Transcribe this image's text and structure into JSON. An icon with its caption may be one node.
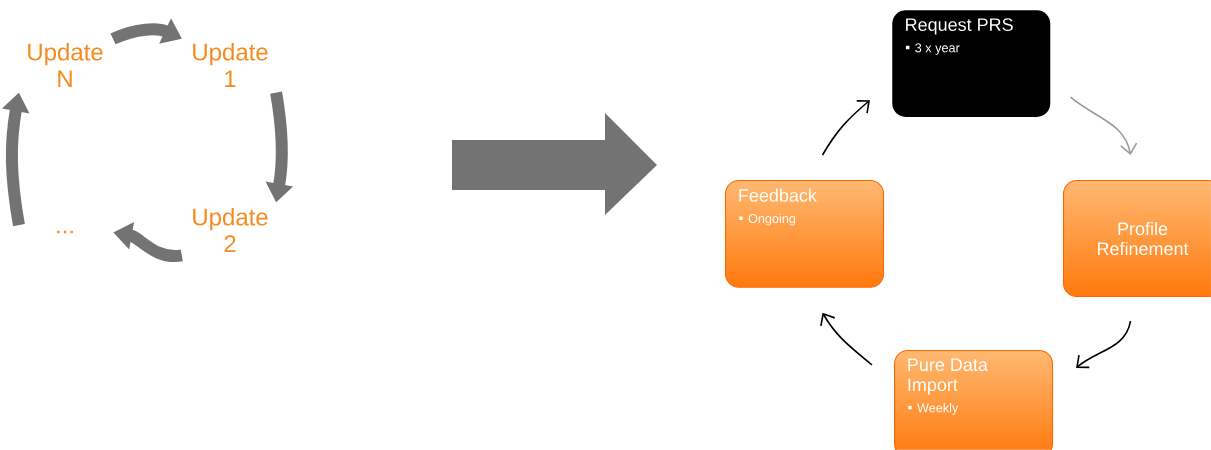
{
  "diagram": {
    "nodes": [
      {
        "text": [
          "Update N"
        ]
      },
      {
        "text": [
          "Update 1"
        ]
      },
      {
        "text": [
          "Update 2"
        ]
      },
      {
        "text": [
          "..."
        ]
      },
      {
        "text": [
          "Request PRS",
          "3 x year"
        ]
      },
      {
        "text": [
          "Profile Refinement"
        ]
      },
      {
        "text": [
          "Pure Data Import",
          "Weekly"
        ]
      },
      {
        "text": [
          "Feedback",
          "Ongoing"
        ]
      }
    ],
    "edges": [
      {
        "from": 0,
        "to": 1,
        "arrow": "to",
        "style": "thick"
      },
      {
        "from": 1,
        "to": 2,
        "arrow": "to",
        "style": "thick"
      },
      {
        "from": 2,
        "to": 3,
        "arrow": "to",
        "style": "thick"
      },
      {
        "from": 3,
        "to": 0,
        "arrow": "to",
        "style": "thick"
      },
      {
        "from": 4,
        "to": 5,
        "arrow": "to",
        "color": "#999999"
      },
      {
        "from": 5,
        "to": 6,
        "arrow": "to",
        "color": "#000000"
      },
      {
        "from": 6,
        "to": 7,
        "arrow": "to",
        "color": "#000000"
      },
      {
        "from": 7,
        "to": 4,
        "arrow": "to",
        "color": "#000000"
      }
    ]
  }
}
